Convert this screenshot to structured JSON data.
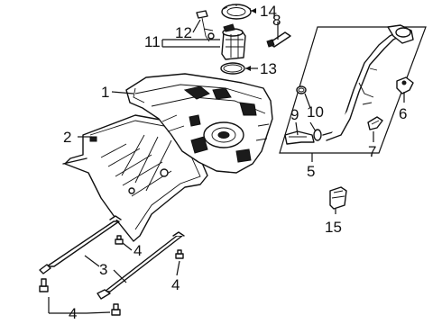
{
  "callouts": {
    "c1": "1",
    "c2": "2",
    "c3": "3",
    "c4a": "4",
    "c4b": "4",
    "c4c": "4",
    "c5": "5",
    "c6": "6",
    "c7": "7",
    "c8": "8",
    "c9": "9",
    "c10": "10",
    "c11": "11",
    "c12": "12",
    "c13": "13",
    "c14": "14",
    "c15": "15"
  }
}
